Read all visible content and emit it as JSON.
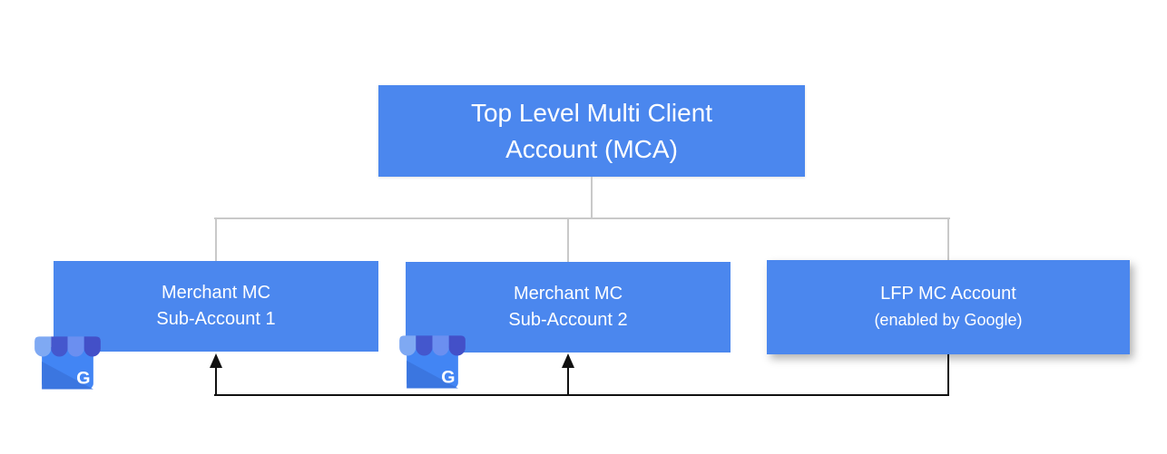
{
  "nodes": {
    "mca": {
      "line1": "Top Level Multi Client",
      "line2": "Account (MCA)"
    },
    "sub1": {
      "line1": "Merchant MC",
      "line2": "Sub-Account 1"
    },
    "sub2": {
      "line1": "Merchant MC",
      "line2": "Sub-Account 2"
    },
    "lfp": {
      "line1": "LFP MC Account",
      "line2": "(enabled by Google)"
    }
  },
  "icons": {
    "google_business_profile_letter": "G"
  },
  "colors": {
    "node_blue": "#4b87ee",
    "node_text": "#ffffff",
    "connector_gray": "#c9c9c9",
    "arrow_black": "#111111",
    "icon_body_blue": "#4285f4",
    "icon_body_shade": "#3b76e0",
    "icon_awning_light": "#7fa9f3",
    "icon_awning_medium": "#6b8ff0",
    "icon_awning_dark": "#4457cd",
    "icon_awning_dark2": "#4350c8"
  }
}
